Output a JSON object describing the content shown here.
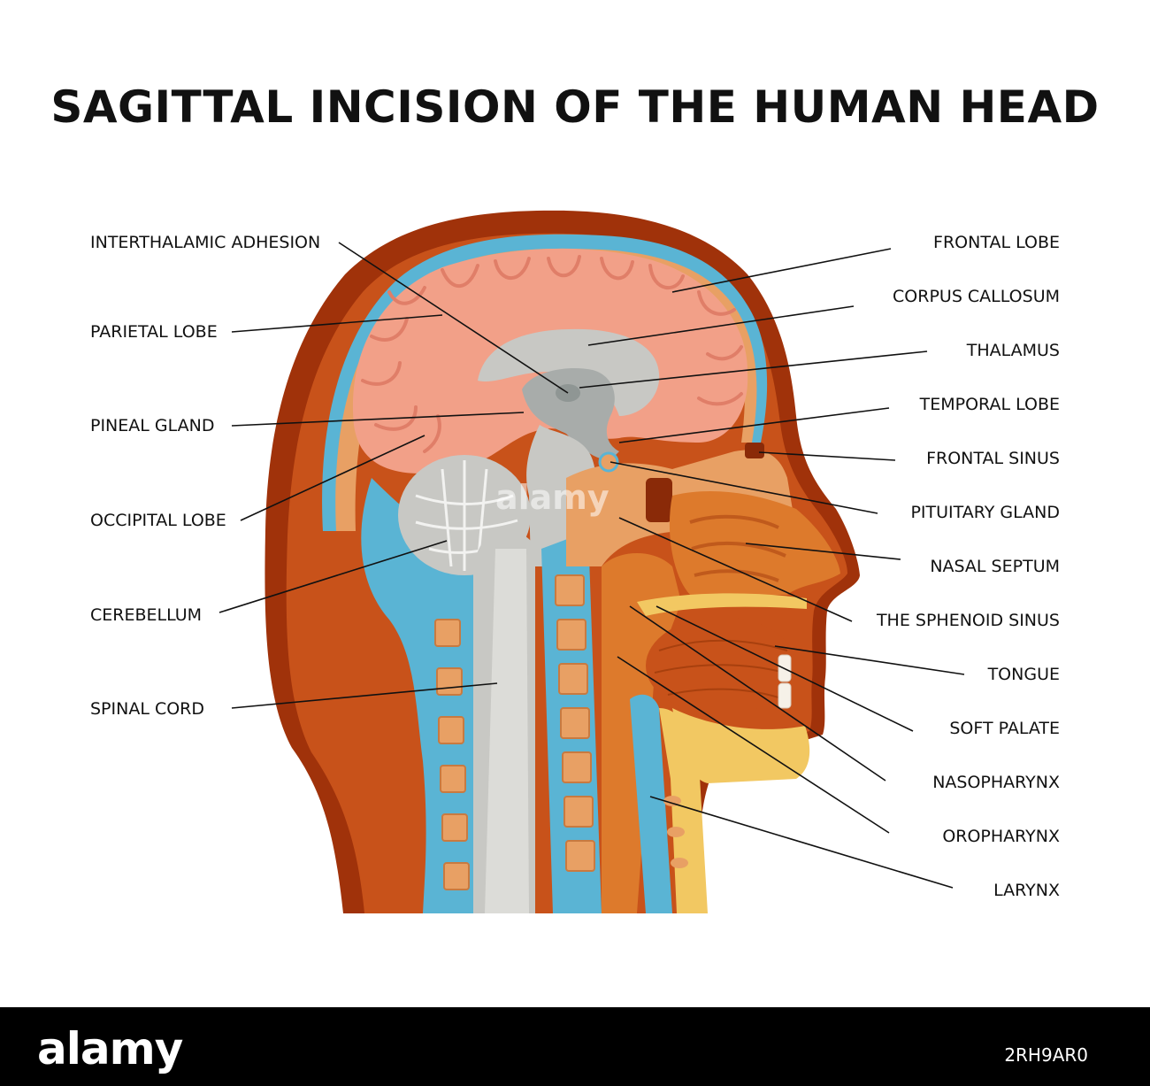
{
  "title": "SAGITTAL INCISION OF THE HUMAN HEAD",
  "labels_left": [
    "INTERTHALAMIC ADHESION",
    "PARIETAL LOBE",
    "PINEAL GLAND",
    "OCCIPITAL LOBE",
    "CEREBELLUM",
    "SPINAL CORD"
  ],
  "labels_right": [
    "FRONTAL LOBE",
    "CORPUS CALLOSUM",
    "THALAMUS",
    "TEMPORAL LOBE",
    "FRONTAL SINUS",
    "PITUITARY GLAND",
    "NASAL SEPTUM",
    "THE SPHENOID SINUS",
    "TONGUE",
    "SOFT PALATE",
    "NASOPHARYNX",
    "OROPHARYNX",
    "LARYNX"
  ],
  "watermark": "alamy",
  "footer": {
    "brand": "alamy",
    "image_id": "2RH9AR0"
  },
  "colors": {
    "skin_dark": "#a0320a",
    "skin": "#c8521a",
    "tissue_orange": "#dd7a2c",
    "brain_pink": "#f2a088",
    "gray_matter": "#c8c8c4",
    "csf_blue": "#5ab4d4",
    "bone": "#e8a064",
    "cartilage_yellow": "#f2c862"
  }
}
